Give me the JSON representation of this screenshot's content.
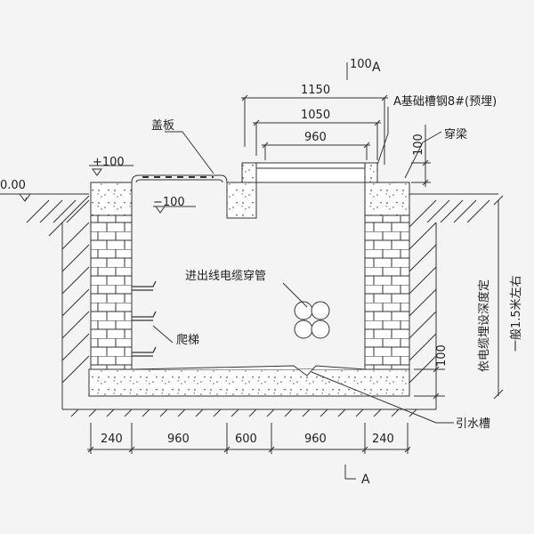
{
  "section_marks": {
    "top_number": "100",
    "top_letter": "A",
    "bottom_letter": "A"
  },
  "elevations": {
    "ground": "0.00",
    "cover_top": "+100",
    "inner_top": "−100"
  },
  "labels": {
    "cover_plate": "盖板",
    "channel_steel": "A基础槽钢8#(预埋)",
    "tie_beam": "穿梁",
    "cable_conduit": "进出线电缆穿管",
    "ladder": "爬梯",
    "drain_groove": "引水槽",
    "depth_note_1": "依电缆埋设深度定",
    "depth_note_2": "一般1.5米左右"
  },
  "top_dims": {
    "d1150": "1150",
    "d1050": "1050",
    "d960": "960",
    "d100_right": "100"
  },
  "side_dims": {
    "d100_floor": "100"
  },
  "bottom_dims": [
    "240",
    "960",
    "600",
    "960",
    "240"
  ],
  "colors": {
    "line": "#333333",
    "brick_fill": "#ffffff",
    "concrete_dot": "#555555",
    "background": "#f4f4f4"
  }
}
